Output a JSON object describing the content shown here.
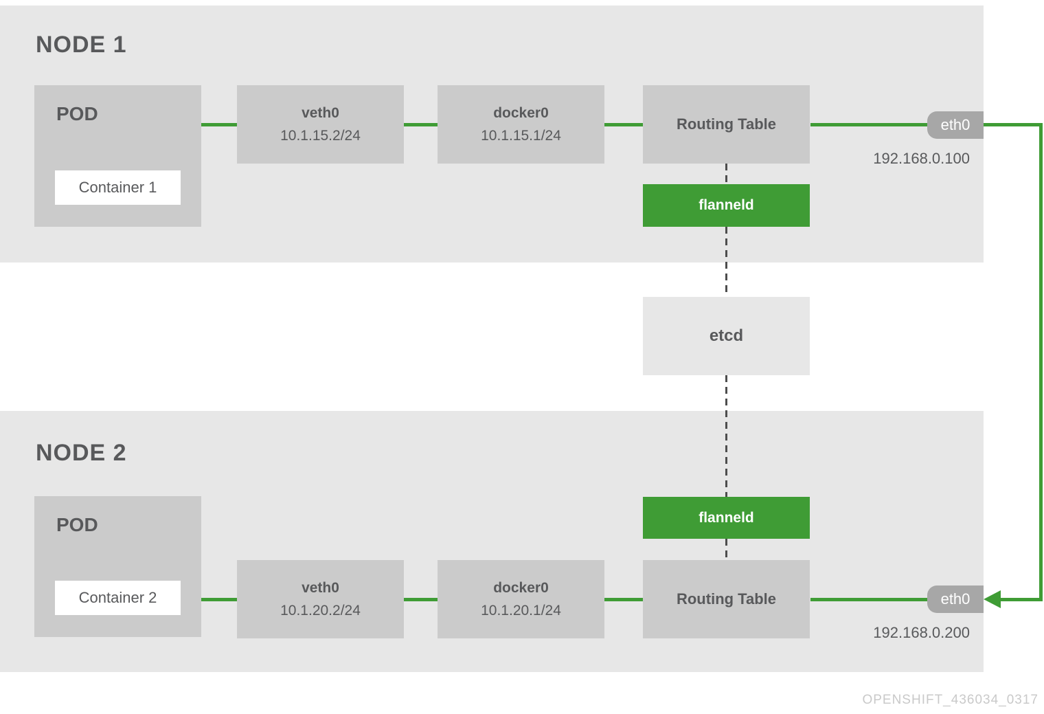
{
  "nodes": [
    {
      "title": "NODE 1",
      "pod": {
        "label": "POD",
        "container": "Container 1"
      },
      "veth": {
        "name": "veth0",
        "ip": "10.1.15.2/24"
      },
      "docker": {
        "name": "docker0",
        "ip": "10.1.15.1/24"
      },
      "routing_table": "Routing Table",
      "flanneld": "flanneld",
      "eth": {
        "name": "eth0",
        "ip": "192.168.0.100"
      }
    },
    {
      "title": "NODE 2",
      "pod": {
        "label": "POD",
        "container": "Container 2"
      },
      "veth": {
        "name": "veth0",
        "ip": "10.1.20.2/24"
      },
      "docker": {
        "name": "docker0",
        "ip": "10.1.20.1/24"
      },
      "routing_table": "Routing Table",
      "flanneld": "flanneld",
      "eth": {
        "name": "eth0",
        "ip": "192.168.0.200"
      }
    }
  ],
  "etcd_label": "etcd",
  "watermark": "OPENSHIFT_436034_0317",
  "colors": {
    "green": "#3f9c35",
    "node_background": "#e7e7e7",
    "box_gray": "#cbcbcb",
    "pill_gray": "#a7a7a7",
    "text": "#58595b",
    "dash": "#4d4d4d",
    "watermark": "#c9c9c9",
    "container_white": "#ffffff"
  }
}
